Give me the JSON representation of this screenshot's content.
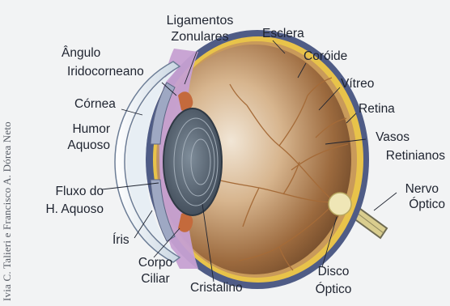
{
  "credit": "Ivia C. Talieri e Francisco A. Dórea Neto",
  "labels": {
    "ligamentos_1": "Ligamentos",
    "ligamentos_2": "Zonulares",
    "esclera": "Esclera",
    "coroide": "Coróide",
    "angulo_1": "Ângulo",
    "angulo_2": "Iridocorneano",
    "vitreo": "Vítreo",
    "cornea": "Córnea",
    "retina": "Retina",
    "humor_1": "Humor",
    "humor_2": "Aquoso",
    "vasos_1": "Vasos",
    "vasos_2": "Retinianos",
    "nervo_1": "Nervo",
    "nervo_2": "Óptico",
    "fluxo_1": "Fluxo do",
    "fluxo_2": "H. Aquoso",
    "iris": "Íris",
    "corpo_1": "Corpo",
    "corpo_2": "Ciliar",
    "cristalino": "Cristalino",
    "disco_1": "Disco",
    "disco_2": "Óptico"
  },
  "colors": {
    "background": "#f2f3f4",
    "sclera": "#4f5c86",
    "choroid": "#e8c34a",
    "vitreous_light": "#e8d8c2",
    "vitreous_dark": "#6e4a2b",
    "vessels": "#b07a46",
    "ciliary_body": "#c6a0d2",
    "lens": "#4d5a68",
    "cornea": "#e3ebf1",
    "optic_nerve": "#ddd296"
  }
}
